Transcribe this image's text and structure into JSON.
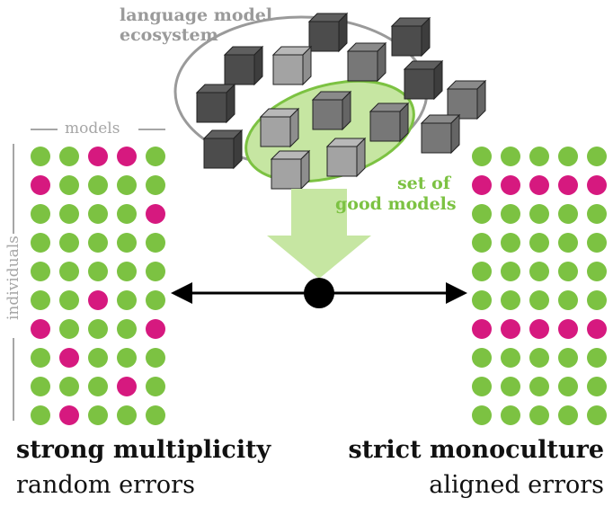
{
  "ecosystem": {
    "label_line1": "language model",
    "label_line2": "ecosystem"
  },
  "good_set": {
    "label_line1": "set of",
    "label_line2": "good models"
  },
  "axes": {
    "models": "models",
    "individuals": "individuals"
  },
  "left_panel": {
    "title": "strong multiplicity",
    "subtitle": "random errors",
    "grid": [
      [
        0,
        0,
        1,
        1,
        0
      ],
      [
        1,
        0,
        0,
        0,
        0
      ],
      [
        0,
        0,
        0,
        0,
        1
      ],
      [
        0,
        0,
        0,
        0,
        0
      ],
      [
        0,
        0,
        0,
        0,
        0
      ],
      [
        0,
        0,
        1,
        0,
        0
      ],
      [
        1,
        0,
        0,
        0,
        1
      ],
      [
        0,
        1,
        0,
        0,
        0
      ],
      [
        0,
        0,
        0,
        1,
        0
      ],
      [
        0,
        1,
        0,
        0,
        0
      ]
    ]
  },
  "right_panel": {
    "title": "strict monoculture",
    "subtitle": "aligned errors",
    "grid": [
      [
        0,
        0,
        0,
        0,
        0
      ],
      [
        1,
        1,
        1,
        1,
        1
      ],
      [
        0,
        0,
        0,
        0,
        0
      ],
      [
        0,
        0,
        0,
        0,
        0
      ],
      [
        0,
        0,
        0,
        0,
        0
      ],
      [
        0,
        0,
        0,
        0,
        0
      ],
      [
        1,
        1,
        1,
        1,
        1
      ],
      [
        0,
        0,
        0,
        0,
        0
      ],
      [
        0,
        0,
        0,
        0,
        0
      ],
      [
        0,
        0,
        0,
        0,
        0
      ]
    ]
  },
  "colors": {
    "correct": "#7cc242",
    "error": "#d6197f",
    "good_set_fill": "#c6e6a2",
    "good_set_stroke": "#7cc242",
    "ecosystem_stroke": "#9a9a9a",
    "arrow_fill": "#c6e6a2",
    "axis_color": "#a6a6a6"
  }
}
